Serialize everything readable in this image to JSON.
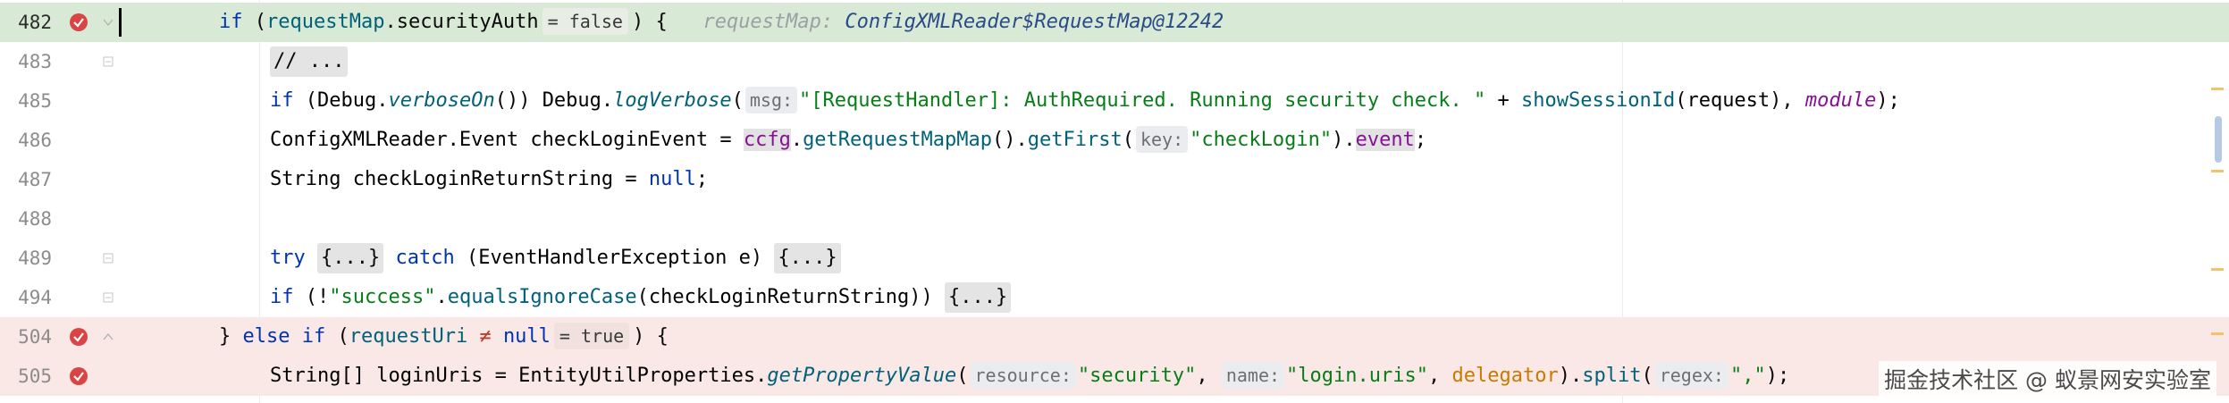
{
  "editor": {
    "lines": [
      {
        "num": "482",
        "kind": "current",
        "breakpoint": true
      },
      {
        "num": "483",
        "kind": "normal",
        "breakpoint": false
      },
      {
        "num": "485",
        "kind": "normal",
        "breakpoint": false
      },
      {
        "num": "486",
        "kind": "normal",
        "breakpoint": false
      },
      {
        "num": "487",
        "kind": "normal",
        "breakpoint": false
      },
      {
        "num": "488",
        "kind": "normal",
        "breakpoint": false
      },
      {
        "num": "489",
        "kind": "normal",
        "breakpoint": false
      },
      {
        "num": "494",
        "kind": "normal",
        "breakpoint": false
      },
      {
        "num": "504",
        "kind": "bp-hit",
        "breakpoint": true
      },
      {
        "num": "505",
        "kind": "bp-hit",
        "breakpoint": true
      }
    ],
    "t": {
      "l482_if": "if",
      "l482_open": " (",
      "l482_var": "requestMap",
      "l482_dot": ".",
      "l482_field": "securityAuth",
      "l482_hint": "= false",
      "l482_close": ") {",
      "l482_dbg_key": "requestMap:",
      "l482_dbg_val": "ConfigXMLReader$RequestMap@12242",
      "l483_fold": "// ...",
      "l485_if": "if",
      "l485_open": " (",
      "l485_cls": "Debug",
      "l485_dot1": ".",
      "l485_m1": "verboseOn",
      "l485_p1": "()) ",
      "l485_cls2": "Debug",
      "l485_dot2": ".",
      "l485_m2": "logVerbose",
      "l485_paren": "(",
      "l485_hint": "msg:",
      "l485_str": "\"[RequestHandler]: AuthRequired. Running security check. \"",
      "l485_plus": " + ",
      "l485_m3": "showSessionId",
      "l485_p2": "(",
      "l485_arg": "request",
      "l485_p3": "), ",
      "l485_mod": "module",
      "l485_end": ");",
      "l486_cls": "ConfigXMLReader.Event",
      "l486_var": " checkLoginEvent",
      "l486_eq": " = ",
      "l486_obj": "ccfg",
      "l486_dot": ".",
      "l486_m1": "getRequestMapMap",
      "l486_p1": "().",
      "l486_m2": "getFirst",
      "l486_p2": "(",
      "l486_hint": "key:",
      "l486_str": "\"checkLogin\"",
      "l486_p3": ").",
      "l486_fld": "event",
      "l486_end": ";",
      "l487_type": "String",
      "l487_var": " checkLoginReturnString",
      "l487_eq": " = ",
      "l487_null": "null",
      "l487_end": ";",
      "l489_try": "try",
      "l489_fold1": "{...}",
      "l489_catch": "catch",
      "l489_p1": " (",
      "l489_exc": "EventHandlerException",
      "l489_e": " e",
      "l489_p2": ") ",
      "l489_fold2": "{...}",
      "l494_if": "if",
      "l494_open": " (!",
      "l494_str": "\"success\"",
      "l494_dot": ".",
      "l494_m": "equalsIgnoreCase",
      "l494_p1": "(",
      "l494_arg": "checkLoginReturnString",
      "l494_p2": ")) ",
      "l494_fold": "{...}",
      "l504_close": "} ",
      "l504_else": "else",
      "l504_sp": " ",
      "l504_if": "if",
      "l504_open": " (",
      "l504_var": "requestUri",
      "l504_ne": " ≠ ",
      "l504_null": "null",
      "l504_hint": "= true",
      "l504_close2": ") {",
      "l505_type": "String[]",
      "l505_var": " loginUris",
      "l505_eq": " = ",
      "l505_cls": "EntityUtilProperties",
      "l505_dot": ".",
      "l505_m": "getPropertyValue",
      "l505_p1": "(",
      "l505_h1": "resource:",
      "l505_s1": "\"security\"",
      "l505_c1": ", ",
      "l505_h2": "name:",
      "l505_s2": "\"login.uris\"",
      "l505_c2": ", ",
      "l505_arg": "delegator",
      "l505_p2": ").",
      "l505_m2": "split",
      "l505_p3": "(",
      "l505_h3": "regex:",
      "l505_s3": "\",\"",
      "l505_end": ");"
    }
  },
  "watermark": "掘金技术社区 @ 蚁景网安实验室",
  "colors": {
    "current_line": "#d8ead5",
    "breakpoint_line": "#fae8e6",
    "breakpoint": "#d94444",
    "keyword": "#0033b3",
    "field": "#871094",
    "method": "#00627a",
    "string": "#067d17"
  },
  "icons": {
    "breakpoint": "breakpoint-icon",
    "fold": "fold-marker-icon"
  }
}
